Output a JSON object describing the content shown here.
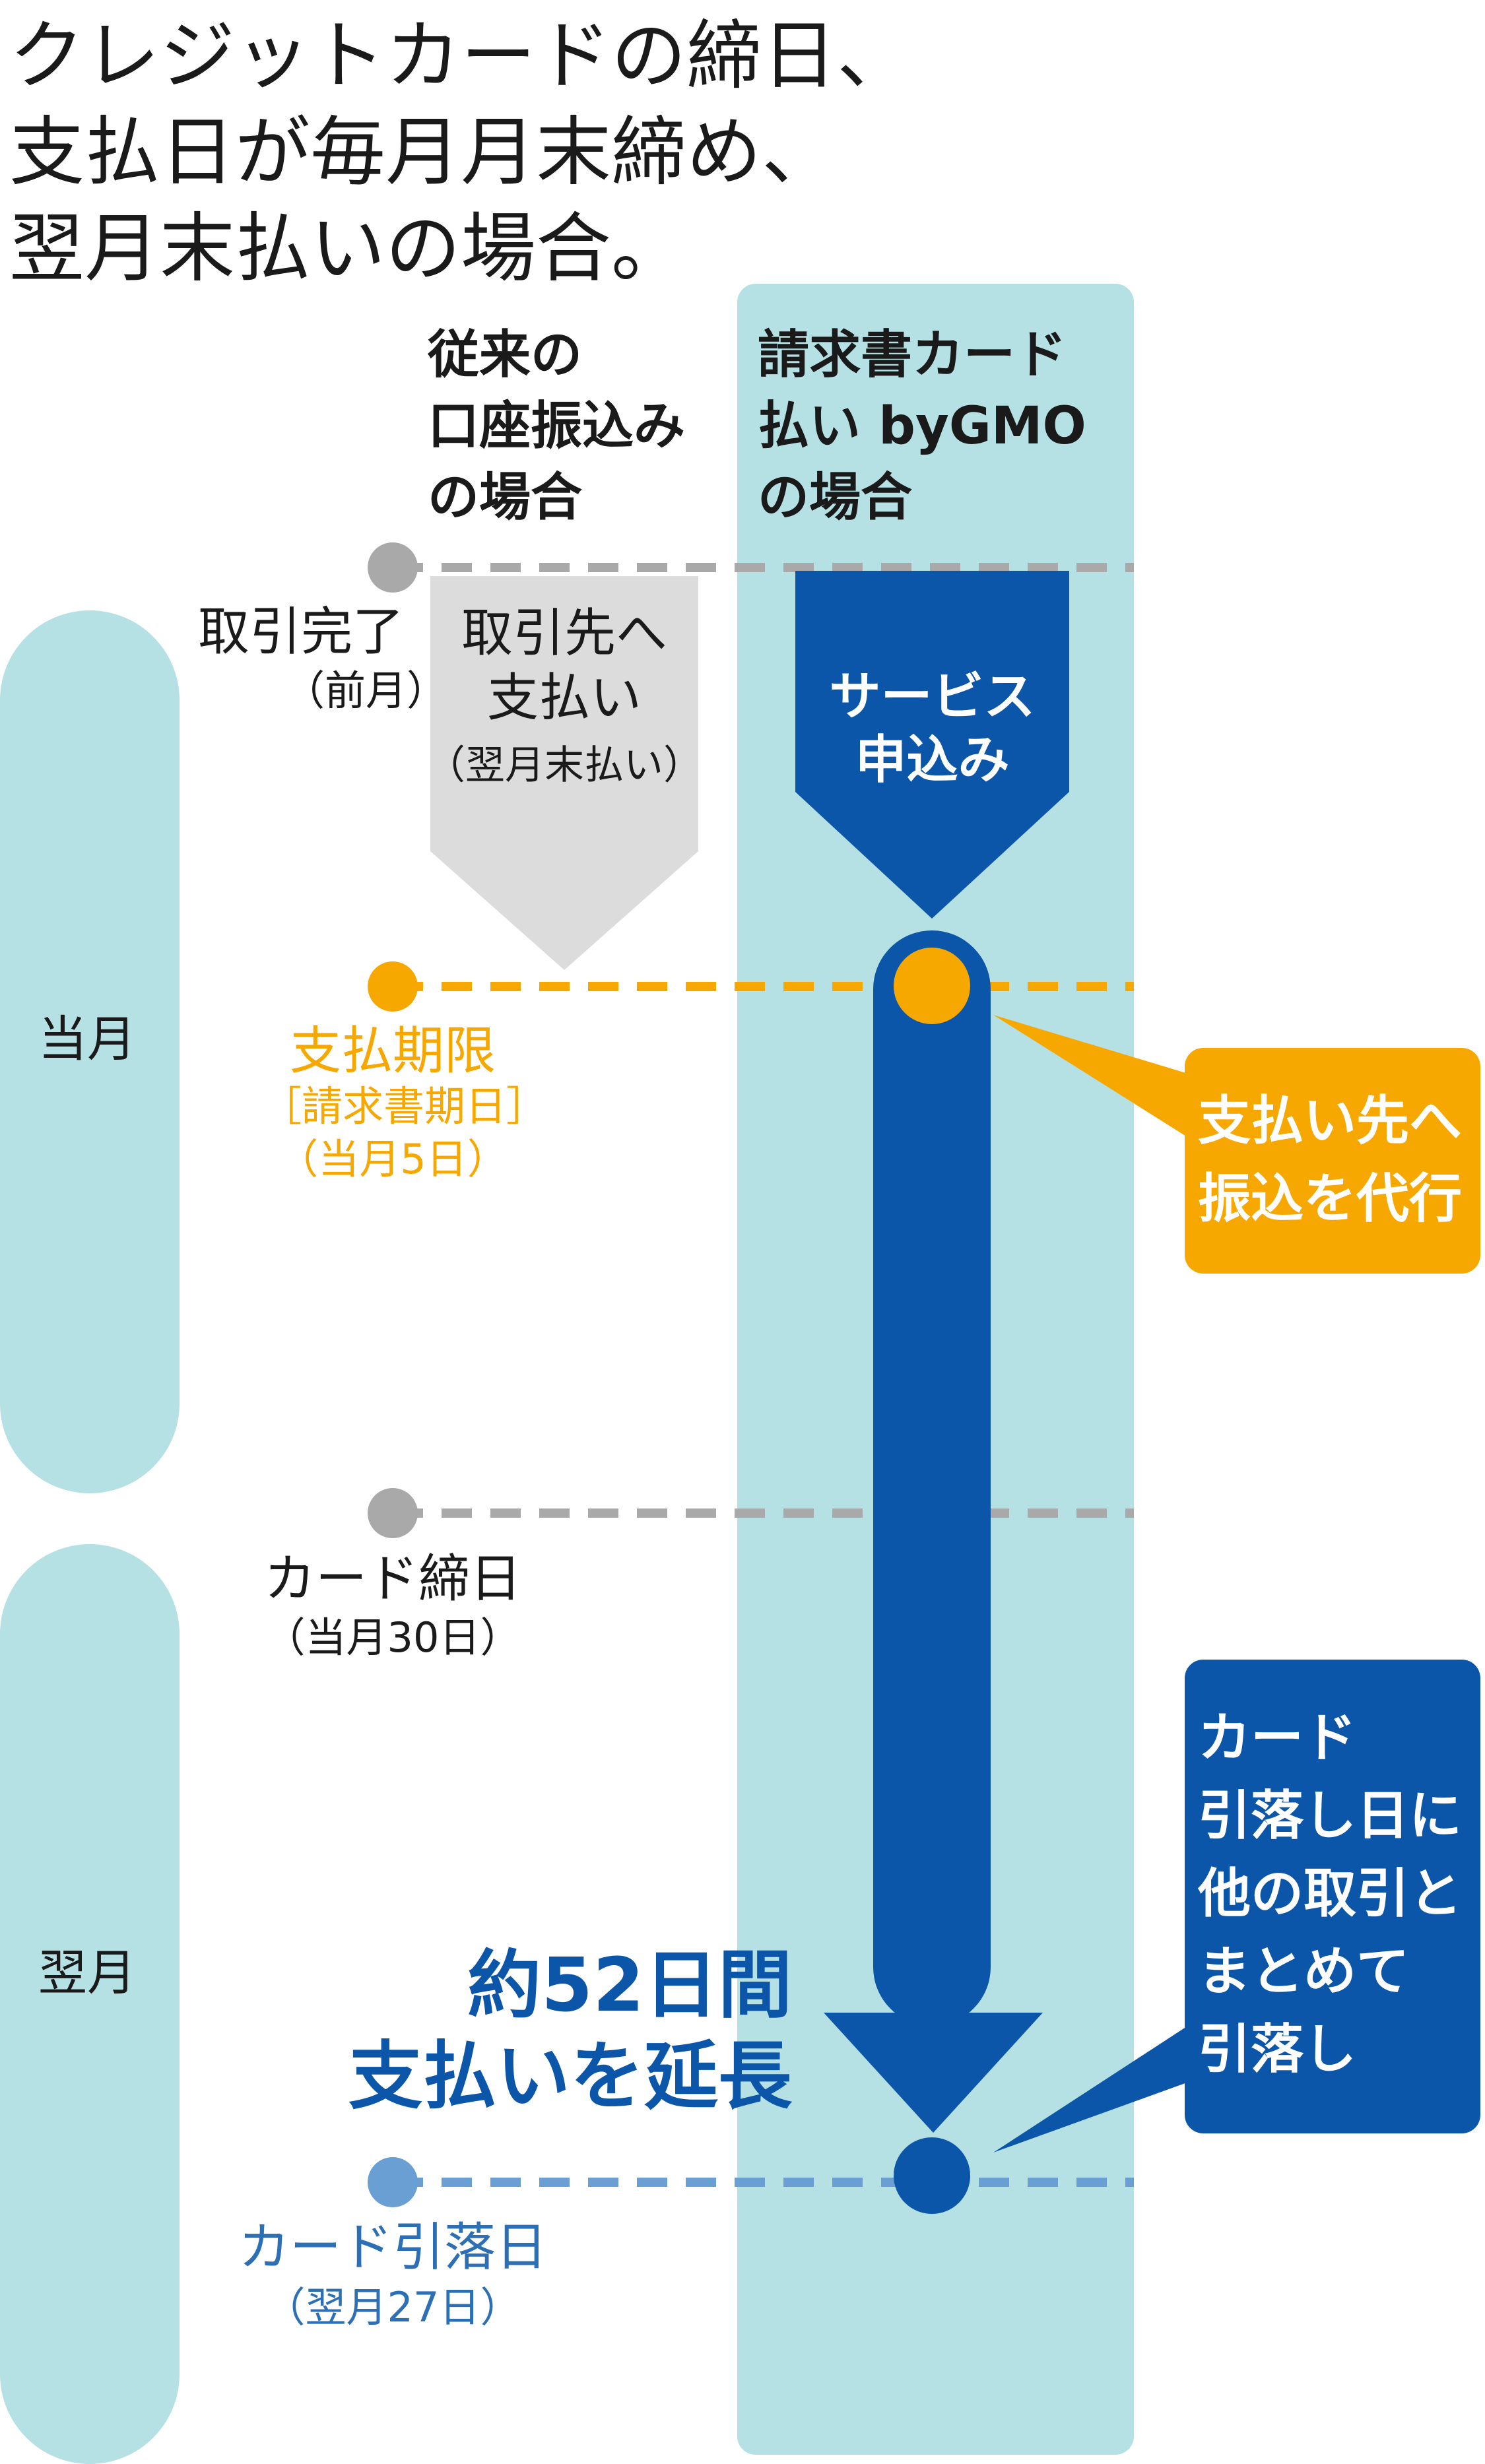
{
  "title": {
    "line1": "クレジットカードの締日、",
    "line2": "支払日が毎月月末締め、",
    "line3": "翌月末払いの場合。"
  },
  "columns": {
    "conventional": {
      "line1": "従来の",
      "line2": "口座振込み",
      "line3": "の場合"
    },
    "gmo": {
      "line1": "請求書カード",
      "line2": "払い byGMO",
      "line3": "の場合"
    }
  },
  "months": {
    "current": "当月",
    "next": "翌月"
  },
  "timeline": {
    "transaction": {
      "label": "取引完了",
      "sub": "（前月）"
    },
    "deadline": {
      "label": "支払期限",
      "sub1": "［請求書期日］",
      "sub2": "（当月5日）"
    },
    "closing": {
      "label": "カード締日",
      "sub": "（当月30日）"
    },
    "debit": {
      "label": "カード引落日",
      "sub": "（翌月27日）"
    }
  },
  "conventional_arrow": {
    "line1": "取引先へ",
    "line2": "支払い",
    "line3": "（翌月末払い）"
  },
  "gmo_arrow": {
    "line1": "サービス",
    "line2": "申込み"
  },
  "callouts": {
    "transfer": {
      "line1": "支払い先へ",
      "line2": "振込を代行"
    },
    "card": {
      "line1": "カード",
      "line2": "引落し日に",
      "line3": "他の取引と",
      "line4": "まとめて",
      "line5": "引落し"
    }
  },
  "extension": {
    "line1": "約52日間",
    "line2": "支払いを延長"
  },
  "colors": {
    "teal_band": "#b5e1e4",
    "gmo_blue": "#0b56a8",
    "orange": "#f7a800",
    "gray_dot": "#a9a9a9",
    "gray_arrow": "#dcdcdc",
    "light_blue_dot": "#6a9fd4",
    "light_blue_text": "#2d6fb5"
  }
}
